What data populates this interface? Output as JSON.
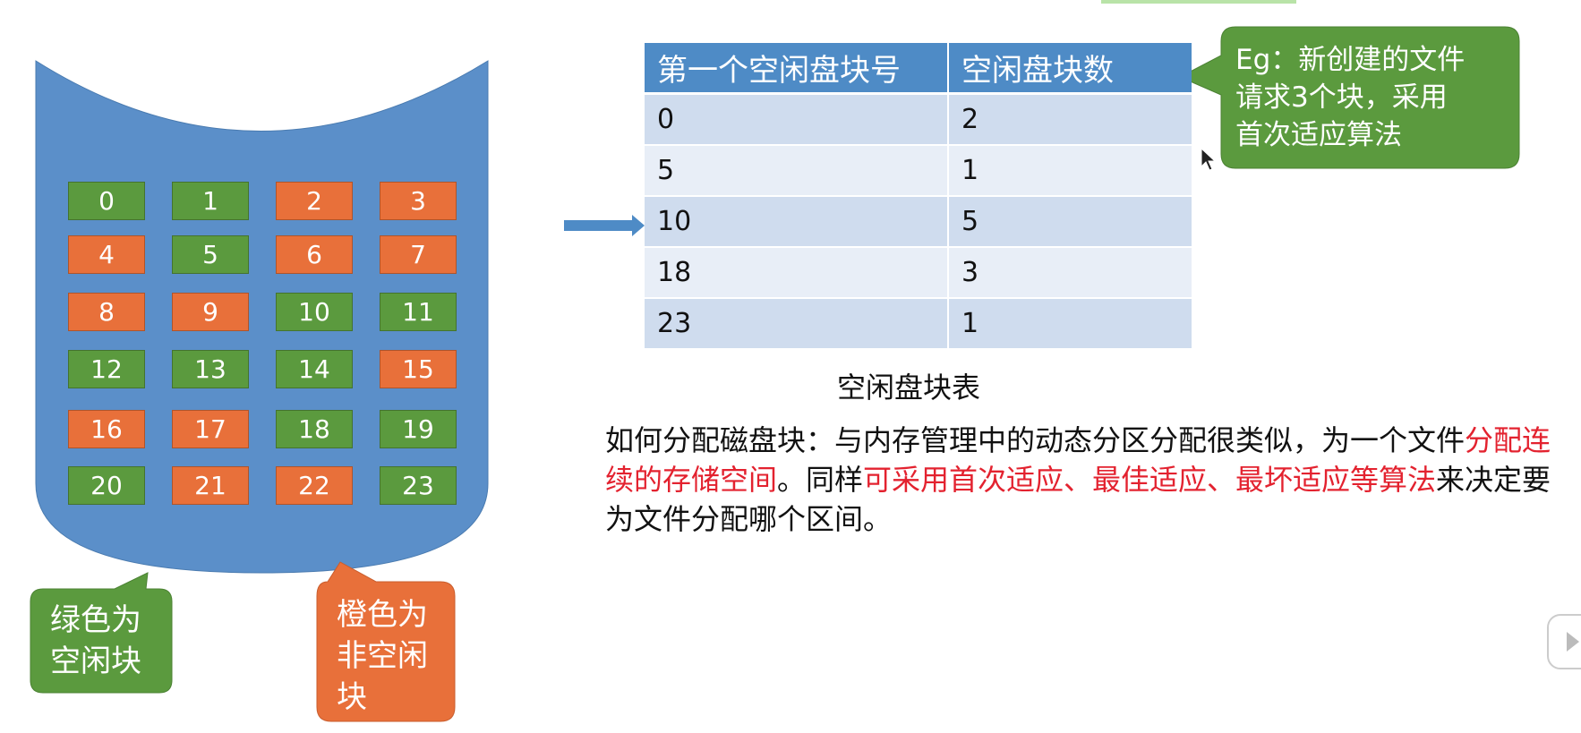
{
  "disk": {
    "blocks": [
      {
        "label": "0",
        "status": "free"
      },
      {
        "label": "1",
        "status": "free"
      },
      {
        "label": "2",
        "status": "used"
      },
      {
        "label": "3",
        "status": "used"
      },
      {
        "label": "4",
        "status": "used"
      },
      {
        "label": "5",
        "status": "free"
      },
      {
        "label": "6",
        "status": "used"
      },
      {
        "label": "7",
        "status": "used"
      },
      {
        "label": "8",
        "status": "used"
      },
      {
        "label": "9",
        "status": "used"
      },
      {
        "label": "10",
        "status": "free"
      },
      {
        "label": "11",
        "status": "free"
      },
      {
        "label": "12",
        "status": "free"
      },
      {
        "label": "13",
        "status": "free"
      },
      {
        "label": "14",
        "status": "free"
      },
      {
        "label": "15",
        "status": "used"
      },
      {
        "label": "16",
        "status": "used"
      },
      {
        "label": "17",
        "status": "used"
      },
      {
        "label": "18",
        "status": "free"
      },
      {
        "label": "19",
        "status": "free"
      },
      {
        "label": "20",
        "status": "free"
      },
      {
        "label": "21",
        "status": "used"
      },
      {
        "label": "22",
        "status": "used"
      },
      {
        "label": "23",
        "status": "free"
      }
    ],
    "colors": {
      "body": "#5b8fc9",
      "free": "#5b9a3e",
      "used": "#e8703a"
    }
  },
  "legend": {
    "free_line1": "绿色为",
    "free_line2": "空闲块",
    "used_line1": "橙色为",
    "used_line2": "非空闲",
    "used_line3": "块"
  },
  "table": {
    "headers": [
      "第一个空闲盘块号",
      "空闲盘块数"
    ],
    "rows": [
      [
        "0",
        "2"
      ],
      [
        "5",
        "1"
      ],
      [
        "10",
        "5"
      ],
      [
        "18",
        "3"
      ],
      [
        "23",
        "1"
      ]
    ],
    "caption": "空闲盘块表"
  },
  "example_callout": {
    "line1": "Eg：新创建的文件",
    "line2": "请求3个块，采用",
    "line3": "首次适应算法"
  },
  "description": {
    "part1": "如何分配磁盘块：与内存管理中的动态分区分配很类似，为一个文件",
    "part2_red": "分配连续的存储空间",
    "part3": "。同样",
    "part4_red": "可采用首次适应、最佳适应、最坏适应等算法",
    "part5": "来决定要为文件分配哪个区间。"
  }
}
